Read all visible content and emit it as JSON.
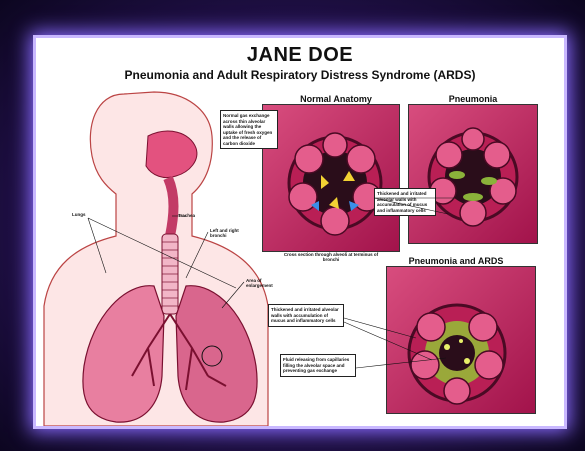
{
  "header": {
    "title": "JANE DOE",
    "subtitle": "Pneumonia and Adult Respiratory Distress Syndrome (ARDS)"
  },
  "sections": {
    "normal": "Normal Anatomy",
    "pneumonia": "Pneumonia",
    "ards": "Pneumonia and ARDS"
  },
  "labels": {
    "normal_gas": "Normal gas exchange across thin alveolar walls allowing the uptake of fresh oxygen and the release of carbon dioxide",
    "trachea": "Trachea",
    "bronchi": "Left and right bronchi",
    "lungs": "Lungs",
    "area": "Area of enlargement",
    "cross_section": "Cross section through alveoli at terminus of bronchi",
    "thickened_1": "Thickened and irritated alveolar walls with accumulation of mucus and inflammatory cells",
    "thickened_2": "Thickened and irritated alveolar walls with accumulation of mucus and inflammatory cells",
    "fluid": "Fluid releasing from capillaries filling the alveolar space and preventing gas exchange"
  },
  "colors": {
    "accent": "#8a6cff",
    "tissue": "#c8336a",
    "frame": "#24124f"
  }
}
